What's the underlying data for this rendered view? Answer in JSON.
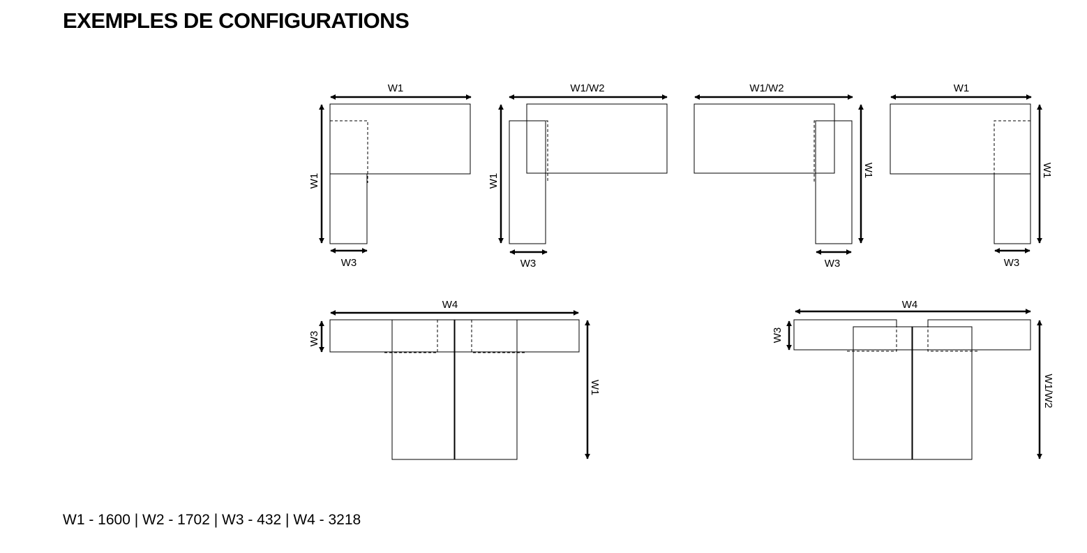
{
  "title": "EXEMPLES DE CONFIGURATIONS",
  "legend": "W1 - 1600 | W2 - 1702 | W3 - 432 | W4 - 3218",
  "labels": {
    "w1": "W1",
    "w1w2": "W1/W2",
    "w3": "W3",
    "w4": "W4"
  }
}
